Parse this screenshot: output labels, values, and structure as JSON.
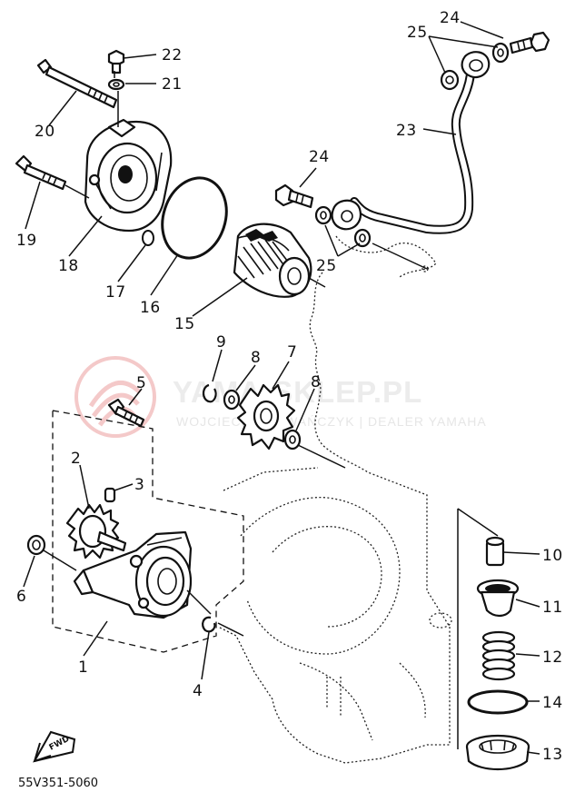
{
  "diagram_code": "55V351-5060",
  "fwd_label": "FWD",
  "watermark": {
    "title": "YAMA-SKLEP.PL",
    "subtitle": "WOJCIECH RADWAŃCZYK | DEALER YAMAHA"
  },
  "callouts": {
    "c1": "1",
    "c2": "2",
    "c3": "3",
    "c4": "4",
    "c5": "5",
    "c6": "6",
    "c7": "7",
    "c8a": "8",
    "c8b": "8",
    "c9": "9",
    "c10": "10",
    "c11": "11",
    "c12": "12",
    "c13": "13",
    "c14": "14",
    "c15": "15",
    "c16": "16",
    "c17": "17",
    "c18": "18",
    "c19": "19",
    "c20": "20",
    "c21": "21",
    "c22": "22",
    "c23": "23",
    "c24a": "24",
    "c24b": "24",
    "c25a": "25",
    "c25b": "25"
  }
}
